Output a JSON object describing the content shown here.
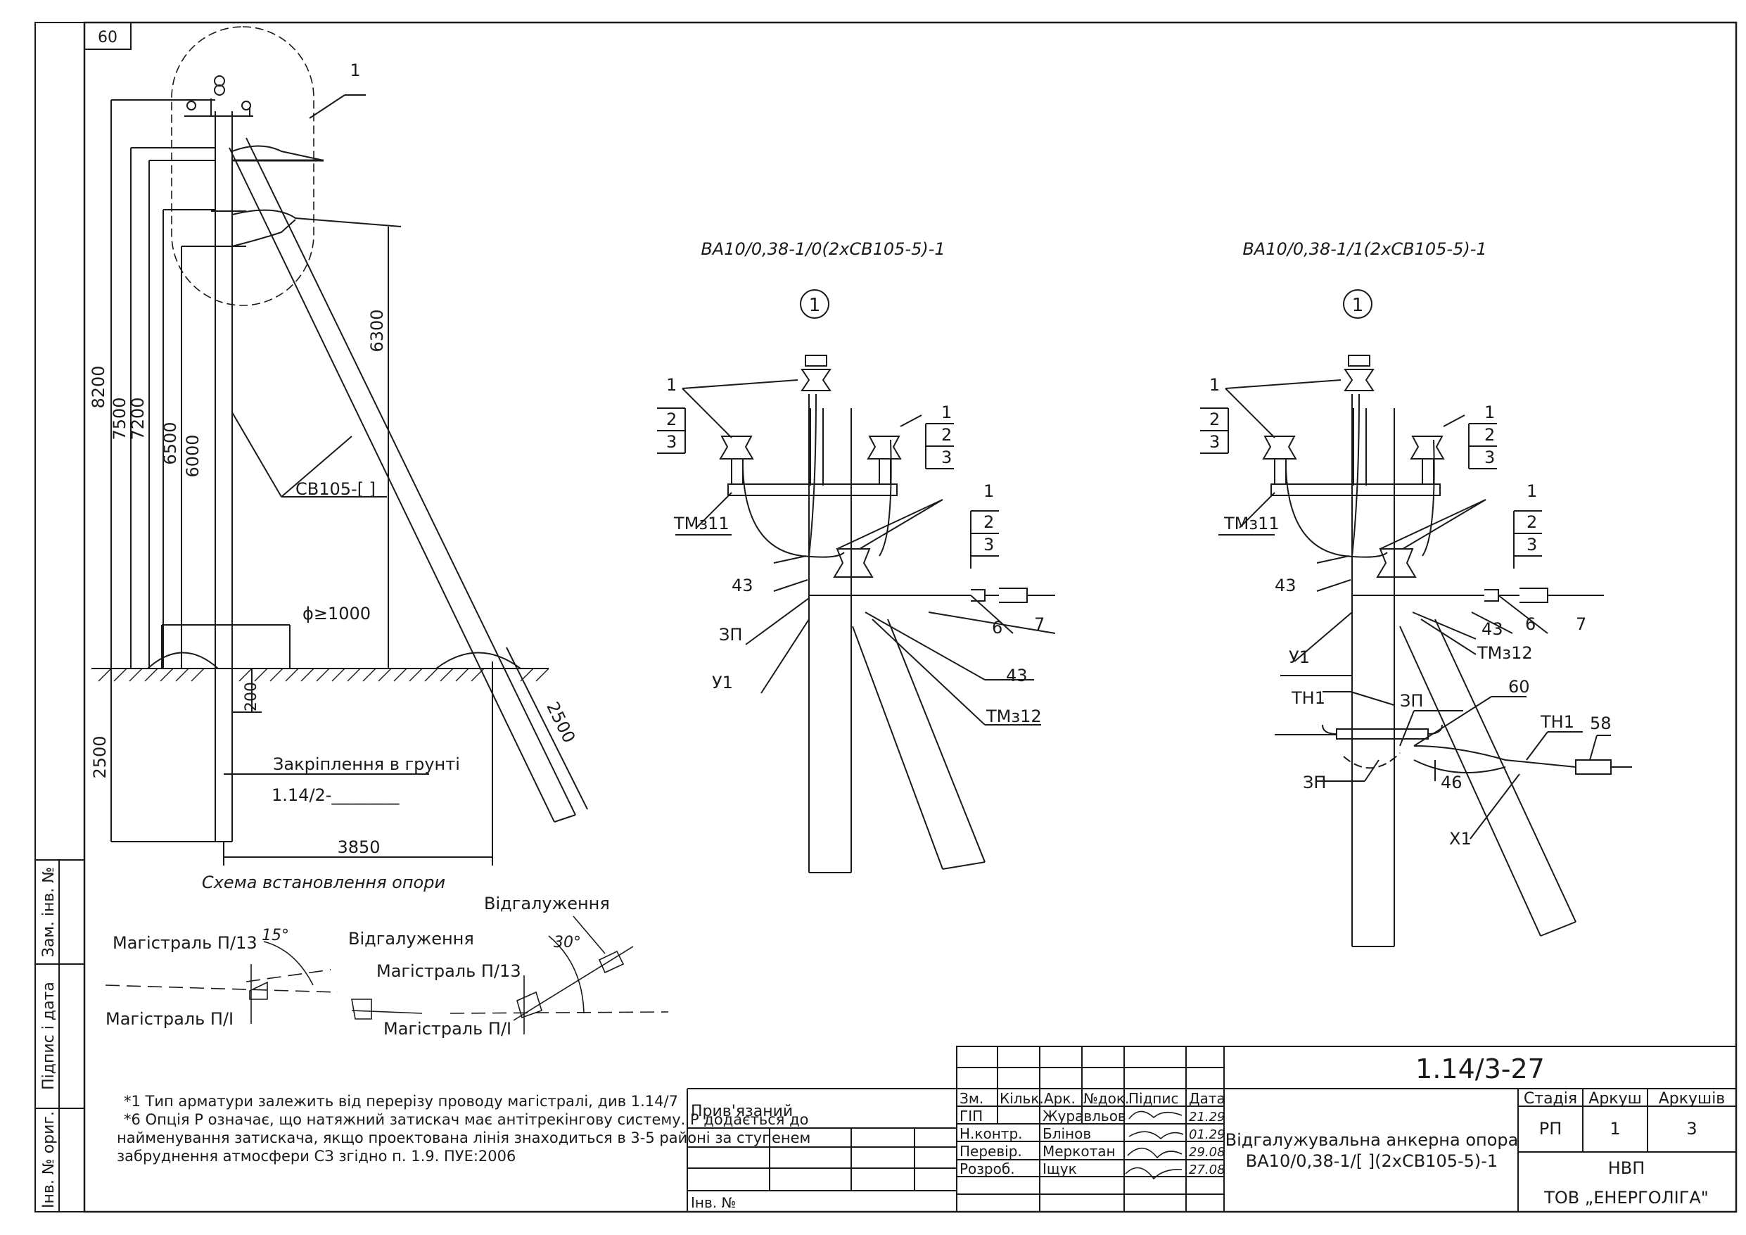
{
  "sheet_no": "60",
  "schema": {
    "callout": "1",
    "dimensions": {
      "d8200": "8200",
      "d7500": "7500",
      "d7200": "7200",
      "d6500": "6500",
      "d6000": "6000",
      "d6300": "6300",
      "d2500_left": "2500",
      "d2500_strut": "2500",
      "d200": "200",
      "d3850": "3850",
      "diameter": "ϕ≥1000"
    },
    "wire_label": "СВ105-[    ]",
    "fixing_label": "Закріплення в грунті",
    "fixing_value": "1.14/2-________",
    "caption": "Схема встановлення опори"
  },
  "angles": {
    "left": {
      "main_pl3": "Магістраль П/13",
      "angle": "15°",
      "branch": "Відгалуження",
      "main_pl": "Магістраль П/І"
    },
    "right": {
      "branch": "Відгалуження",
      "angle": "30°",
      "main_pl3": "Магістраль П/13",
      "main_pl": "Магістраль П/І"
    }
  },
  "notes": {
    "n1": "*1 Тип арматури залежить від перерізу проводу магістралі, див 1.14/7",
    "n2a": "*6 Опція Р означає, що натяжний затискач має антітрекінгову систему. Р додається до",
    "n2b": "найменування затискача, якщо проектована лінія знаходиться в 3-5 районі за ступенем",
    "n2c": "забруднення атмосфери СЗ згідно п. 1.9. ПУЕ:2006"
  },
  "detail1": {
    "title": "ВА10/0,38-1/0(2хСВ105-5)-1",
    "circle": "1",
    "labels": {
      "l1a": "1",
      "l2a": "2",
      "l3a": "3",
      "l1b": "1",
      "l2b": "2",
      "l3b": "3",
      "l1c": "1",
      "l2c": "2",
      "l3c": "3",
      "tmz11": "ТМз11",
      "n43a": "43",
      "zp": "ЗП",
      "u1": "У1",
      "n6": "6",
      "n7": "7",
      "n43b": "43",
      "tmz12": "ТМз12"
    }
  },
  "detail2": {
    "title": "ВА10/0,38-1/1(2хСВ105-5)-1",
    "circle": "1",
    "labels": {
      "l1a": "1",
      "l2a": "2",
      "l3a": "3",
      "l1b": "1",
      "l2b": "2",
      "l3b": "3",
      "l1c": "1",
      "l2c": "2",
      "l3c": "3",
      "tmz11": "ТМз11",
      "n43a": "43",
      "n43b": "43",
      "n6": "6",
      "n7": "7",
      "u1": "У1",
      "tmz12": "ТМз12",
      "tn1a": "ТН1",
      "zp1": "ЗП",
      "n60": "60",
      "tn1b": "ТН1",
      "n58": "58",
      "zp2": "ЗП",
      "n46": "46",
      "x1": "Х1"
    }
  },
  "side_stamp": {
    "zam": "Зам. інв. №",
    "pidpys": "Підпис і дата",
    "inv": "Інв. № ориг."
  },
  "title_block": {
    "code": "1.14/3-27",
    "pryvyazanyi": "Прив'язаний",
    "inv_no": "Інв. №",
    "headers": {
      "zm": "Зм.",
      "kilk": "Кільк.",
      "ark": "Арк.",
      "ndok": "№док.",
      "pidpys": "Підпис",
      "data": "Дата"
    },
    "roles": [
      {
        "role": "ГІП",
        "name": "Журавльов",
        "date": "21.29"
      },
      {
        "role": "Н.контр.",
        "name": "Блінов",
        "date": "01.29"
      },
      {
        "role": "Перевір.",
        "name": "Меркотан",
        "date": "29.08"
      },
      {
        "role": "Розроб.",
        "name": "Іщук",
        "date": "27.08"
      }
    ],
    "description_1": "Відгалужувальна анкерна опора",
    "description_2": "ВА10/0,38-1/[  ](2хСВ105-5)-1",
    "stage_h": "Стадія",
    "sheet_h": "Аркуш",
    "sheets_h": "Аркушів",
    "stage": "РП",
    "sheet": "1",
    "sheets": "3",
    "org_1": "НВП",
    "org_2": "ТОВ „ЕНЕРГОЛІГА\""
  }
}
